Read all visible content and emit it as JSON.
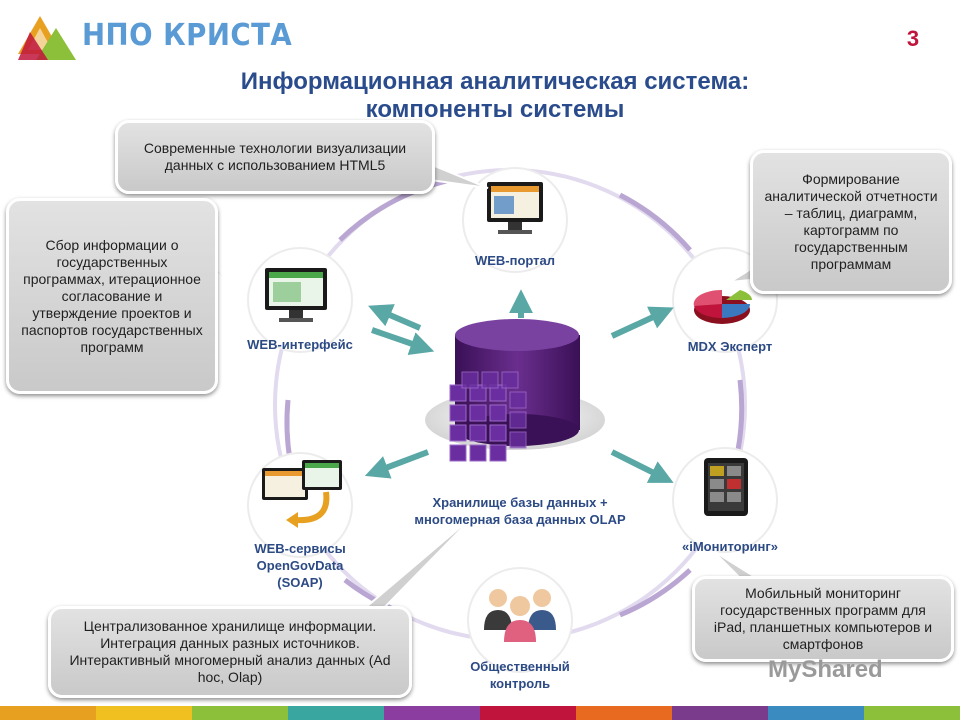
{
  "header": {
    "company_name": "НПО КРИСТА",
    "page_number": "3",
    "title_line1": "Информационная аналитическая система:",
    "title_line2": "компоненты системы"
  },
  "components": {
    "web_portal": "WEB-портал",
    "web_interface": "WEB-интерфейс",
    "mdx_expert": "MDX Эксперт",
    "storage_line1": "Хранилище базы данных +",
    "storage_line2": "многомерная база данных OLAP",
    "imonitoring": "«iМониторинг»",
    "web_services_line1": "WEB-сервисы",
    "web_services_line2": "OpenGovData",
    "web_services_line3": "(SOAP)",
    "public_control_line1": "Общественный",
    "public_control_line2": "контроль"
  },
  "callouts": {
    "visualization": "Современные технологии визуализации данных с использованием HTML5",
    "data_collection": "Сбор информации о государственных программах, итерационное согласование и утверждение проектов и паспортов государственных программ",
    "reporting": "Формирование аналитической отчетности – таблиц, диаграмм, картограмм по государственным программам",
    "mobile": "Мобильный мониторинг государственных программ для iPad, планшетных компьютеров и смартфонов",
    "central_storage": "Централизованное хранилище информации. Интеграция данных разных источников. Интерактивный многомерный анализ данных (Ad hoc, Olap)"
  },
  "watermark": "MyShared",
  "colors": {
    "title": "#2b4c8c",
    "accent_red": "#c0143c",
    "arrow_teal": "#5aa8a6",
    "cylinder_purple": "#4b1a6e",
    "ring_purple": "#b9a6d2"
  },
  "bottom_bar_colors": [
    "#e8a020",
    "#f0c020",
    "#8cbf3a",
    "#3aa6a0",
    "#8b3ea0",
    "#c0143c",
    "#e86a20",
    "#7a3b8c",
    "#3a8cc0",
    "#8cbf3a"
  ]
}
